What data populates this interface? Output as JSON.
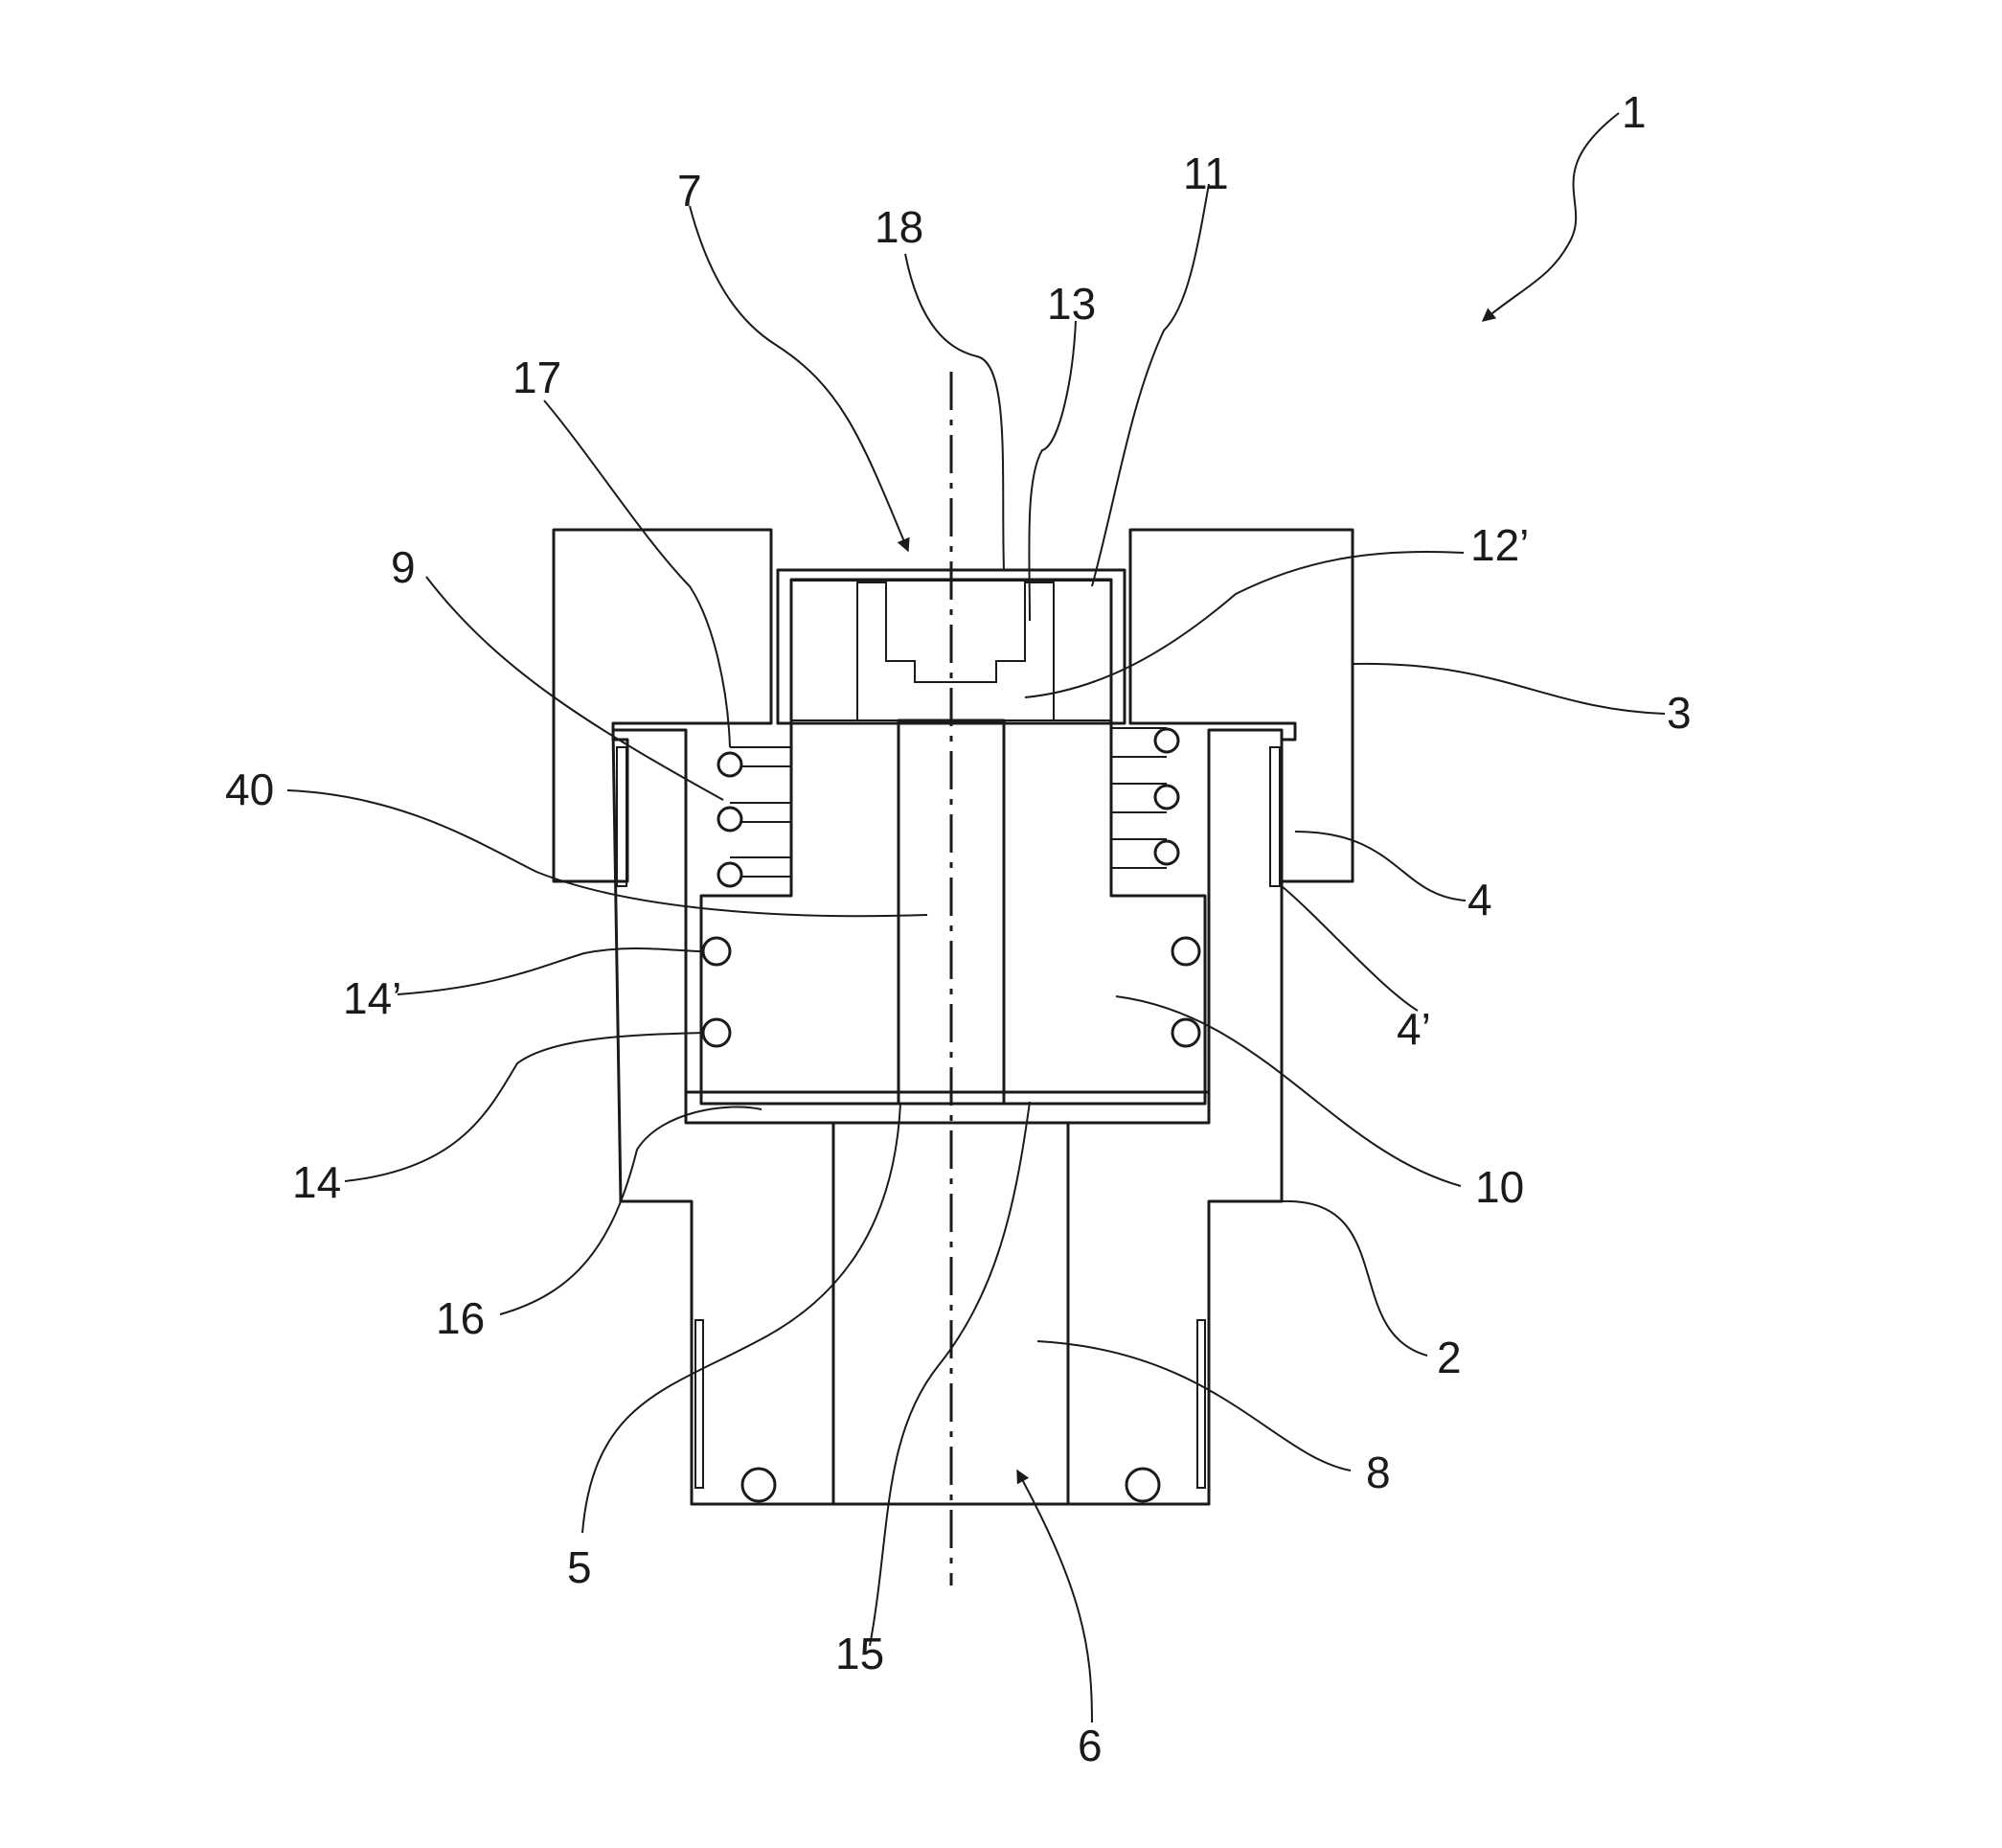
{
  "figure": {
    "reference_numerals": {
      "r1": "1",
      "r2": "2",
      "r3": "3",
      "r4": "4",
      "r4p": "4’",
      "r5": "5",
      "r6": "6",
      "r7": "7",
      "r8": "8",
      "r9": "9",
      "r10": "10",
      "r11": "11",
      "r12p": "12’",
      "r13": "13",
      "r14": "14",
      "r14p": "14’",
      "r15": "15",
      "r16": "16",
      "r17": "17",
      "r18": "18",
      "r40": "40"
    }
  },
  "colors": {
    "line": "#1a1a1a",
    "background": "#ffffff"
  }
}
